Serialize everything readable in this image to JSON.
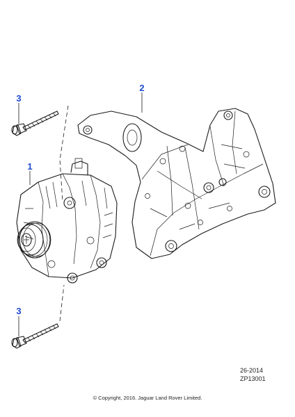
{
  "callouts": {
    "alternator": "1",
    "bracket": "2",
    "bolt_upper": "3",
    "bolt_lower": "3"
  },
  "colors": {
    "callout": "#1e4bd2",
    "line": "#1a1a1a"
  },
  "reference": {
    "section": "26-2014",
    "plate": "ZP13001"
  },
  "copyright": "© Copyright, 2016. Jaguar Land Rover Limited."
}
